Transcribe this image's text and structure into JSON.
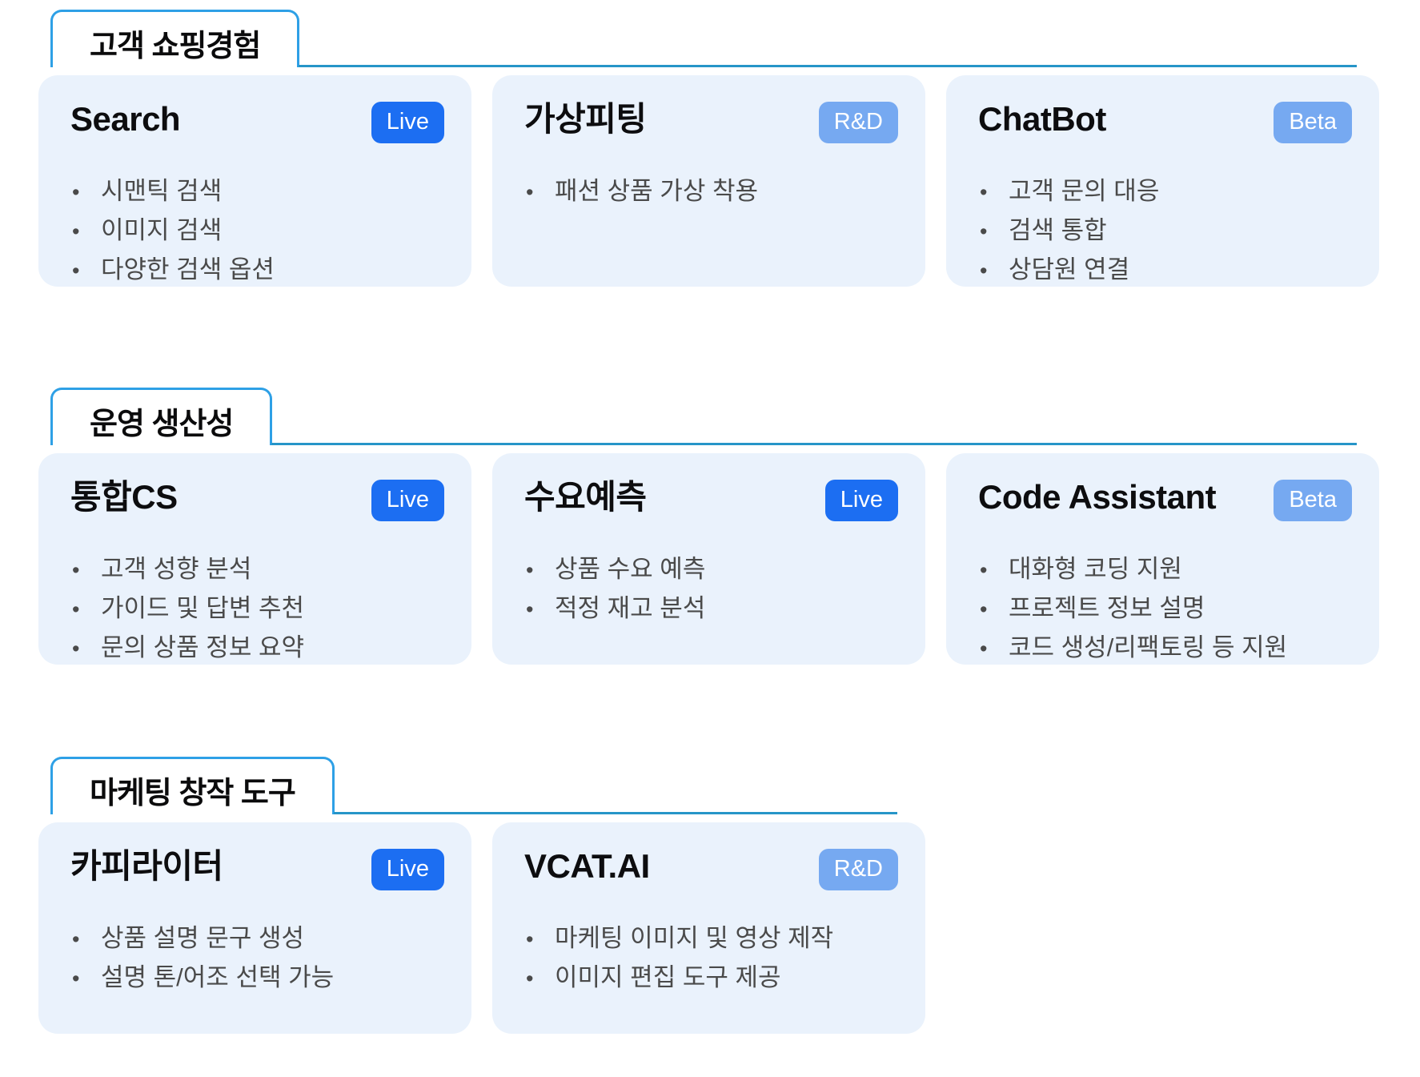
{
  "ui": {
    "bullet_glyph": "•"
  },
  "colors": {
    "page_background": "#ffffff",
    "tab_border": "#2ea0e6",
    "tab_line": "#2695c8",
    "card_background": "#eaf2fc",
    "badge_live_background": "#1c6ef2",
    "badge_soft_background": "#76a9f1",
    "badge_text": "#ffffff",
    "title_text": "#0d0d0f",
    "bullet_text": "#4a4a4a"
  },
  "sections": [
    {
      "title": "고객 쇼핑경험",
      "cards": [
        {
          "title": "Search",
          "status": "Live",
          "bullets": [
            "시맨틱 검색",
            "이미지 검색",
            "다양한 검색 옵션"
          ]
        },
        {
          "title": "가상피팅",
          "status": "R&D",
          "bullets": [
            "패션 상품 가상 착용"
          ]
        },
        {
          "title": "ChatBot",
          "status": "Beta",
          "bullets": [
            "고객 문의 대응",
            "검색 통합",
            "상담원 연결"
          ]
        }
      ]
    },
    {
      "title": "운영 생산성",
      "cards": [
        {
          "title": "통합CS",
          "status": "Live",
          "bullets": [
            "고객 성향 분석",
            "가이드 및 답변 추천",
            "문의 상품 정보 요약"
          ]
        },
        {
          "title": "수요예측",
          "status": "Live",
          "bullets": [
            "상품 수요 예측",
            "적정 재고 분석"
          ]
        },
        {
          "title": "Code Assistant",
          "status": "Beta",
          "bullets": [
            "대화형 코딩 지원",
            "프로젝트 정보 설명",
            "코드 생성/리팩토링 등 지원"
          ]
        }
      ]
    },
    {
      "title": "마케팅 창작 도구",
      "cards": [
        {
          "title": "카피라이터",
          "status": "Live",
          "bullets": [
            "상품 설명 문구 생성",
            "설명 톤/어조 선택 가능"
          ]
        },
        {
          "title": "VCAT.AI",
          "status": "R&D",
          "bullets": [
            "마케팅 이미지 및 영상 제작",
            "이미지 편집 도구 제공"
          ]
        }
      ]
    }
  ]
}
